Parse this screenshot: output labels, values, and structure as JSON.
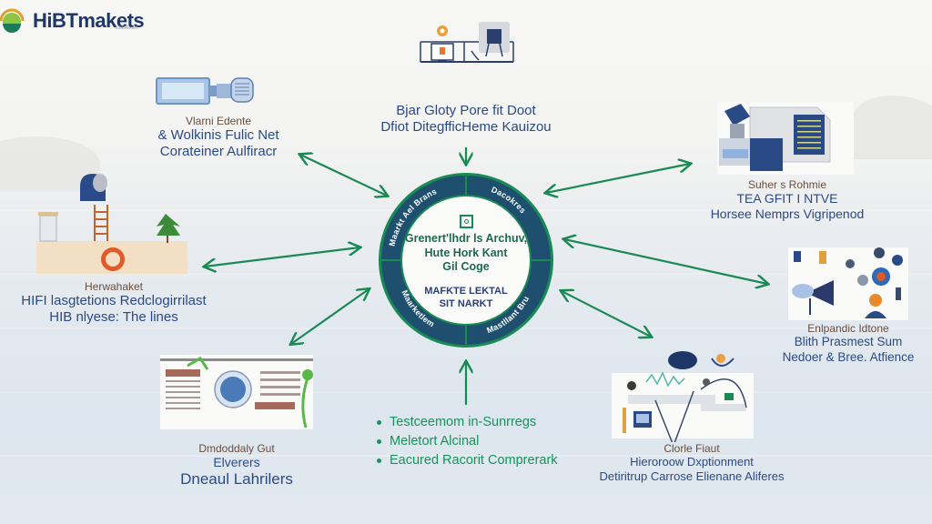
{
  "brand": {
    "name": "HiBTmakets",
    "tagline": "EDD/Exam",
    "colors": {
      "navy": "#1f3766",
      "green": "#17935a",
      "ring": "#1e4f6e",
      "ring_border": "#1a8a55",
      "orange": "#e08a2e"
    }
  },
  "hub": {
    "segments": [
      "Maarkt Ael Brans",
      "Dacokres",
      "Maarketlem",
      "Mastllant Bru"
    ],
    "icon": "document-icon",
    "title_lines": [
      "Grenert'lhdr ls Archuv,",
      "Hute Hork Kant",
      "Gil Coge"
    ],
    "subtitle_lines": [
      "MAFKTE LEKTAL",
      "SIT NARKT"
    ]
  },
  "nodes": [
    {
      "id": "top-center",
      "icon": "workstation-icon",
      "lines": [
        "Bjar Gloty Pore fit Doot",
        "Dfiot DitegfficHeme Kauizou"
      ]
    },
    {
      "id": "top-left",
      "icon": "server-connector-icon",
      "lines": [
        "Vlarni Edente",
        "& Wolkinis Fulic Net",
        "Corateiner Aulfiracr"
      ]
    },
    {
      "id": "mid-left",
      "icon": "ladder-climb-icon",
      "lines": [
        "Herwahaket",
        "HIFI lasgtetions Redclogirrilast",
        "HIB nlyese: The lines"
      ]
    },
    {
      "id": "bottom-left",
      "icon": "globe-report-icon",
      "lines": [
        "Dmdoddaly Gut",
        "Elverers",
        "Dneaul Lahrilers"
      ]
    },
    {
      "id": "top-right",
      "icon": "scanner-document-icon",
      "lines": [
        "Suher s Rohmie",
        "TEA GFIT I NTVE",
        "Horsee Nemprs Vigripenod"
      ]
    },
    {
      "id": "mid-right",
      "icon": "network-people-icon",
      "lines": [
        "Enlpandic Idtone",
        "Blith Prasmest Sum",
        "Nedoer & Bree. Atfience"
      ]
    },
    {
      "id": "bottom-right",
      "icon": "waveform-machine-icon",
      "lines": [
        "Clorle Fiaut",
        "Hieroroow Dxptionment",
        "Detiritrup Carrose Elienane Aliferes"
      ]
    }
  ],
  "bottom_list": [
    "Testceemom in-Sunrregs",
    "Meletort Alcinal",
    "Eacured Racorit Comprerark"
  ]
}
